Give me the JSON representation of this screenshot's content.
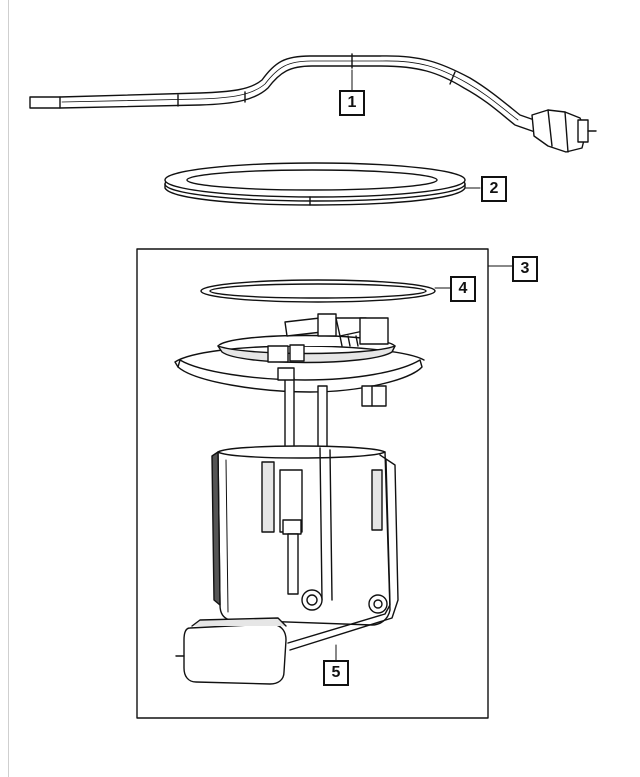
{
  "diagram": {
    "callouts": [
      {
        "id": "1",
        "label": "1"
      },
      {
        "id": "2",
        "label": "2"
      },
      {
        "id": "3",
        "label": "3"
      },
      {
        "id": "4",
        "label": "4"
      },
      {
        "id": "5",
        "label": "5"
      }
    ],
    "colors": {
      "line": "#111111",
      "fill": "#ffffff",
      "shade": "#e6e6e6",
      "dark": "#555555"
    }
  }
}
